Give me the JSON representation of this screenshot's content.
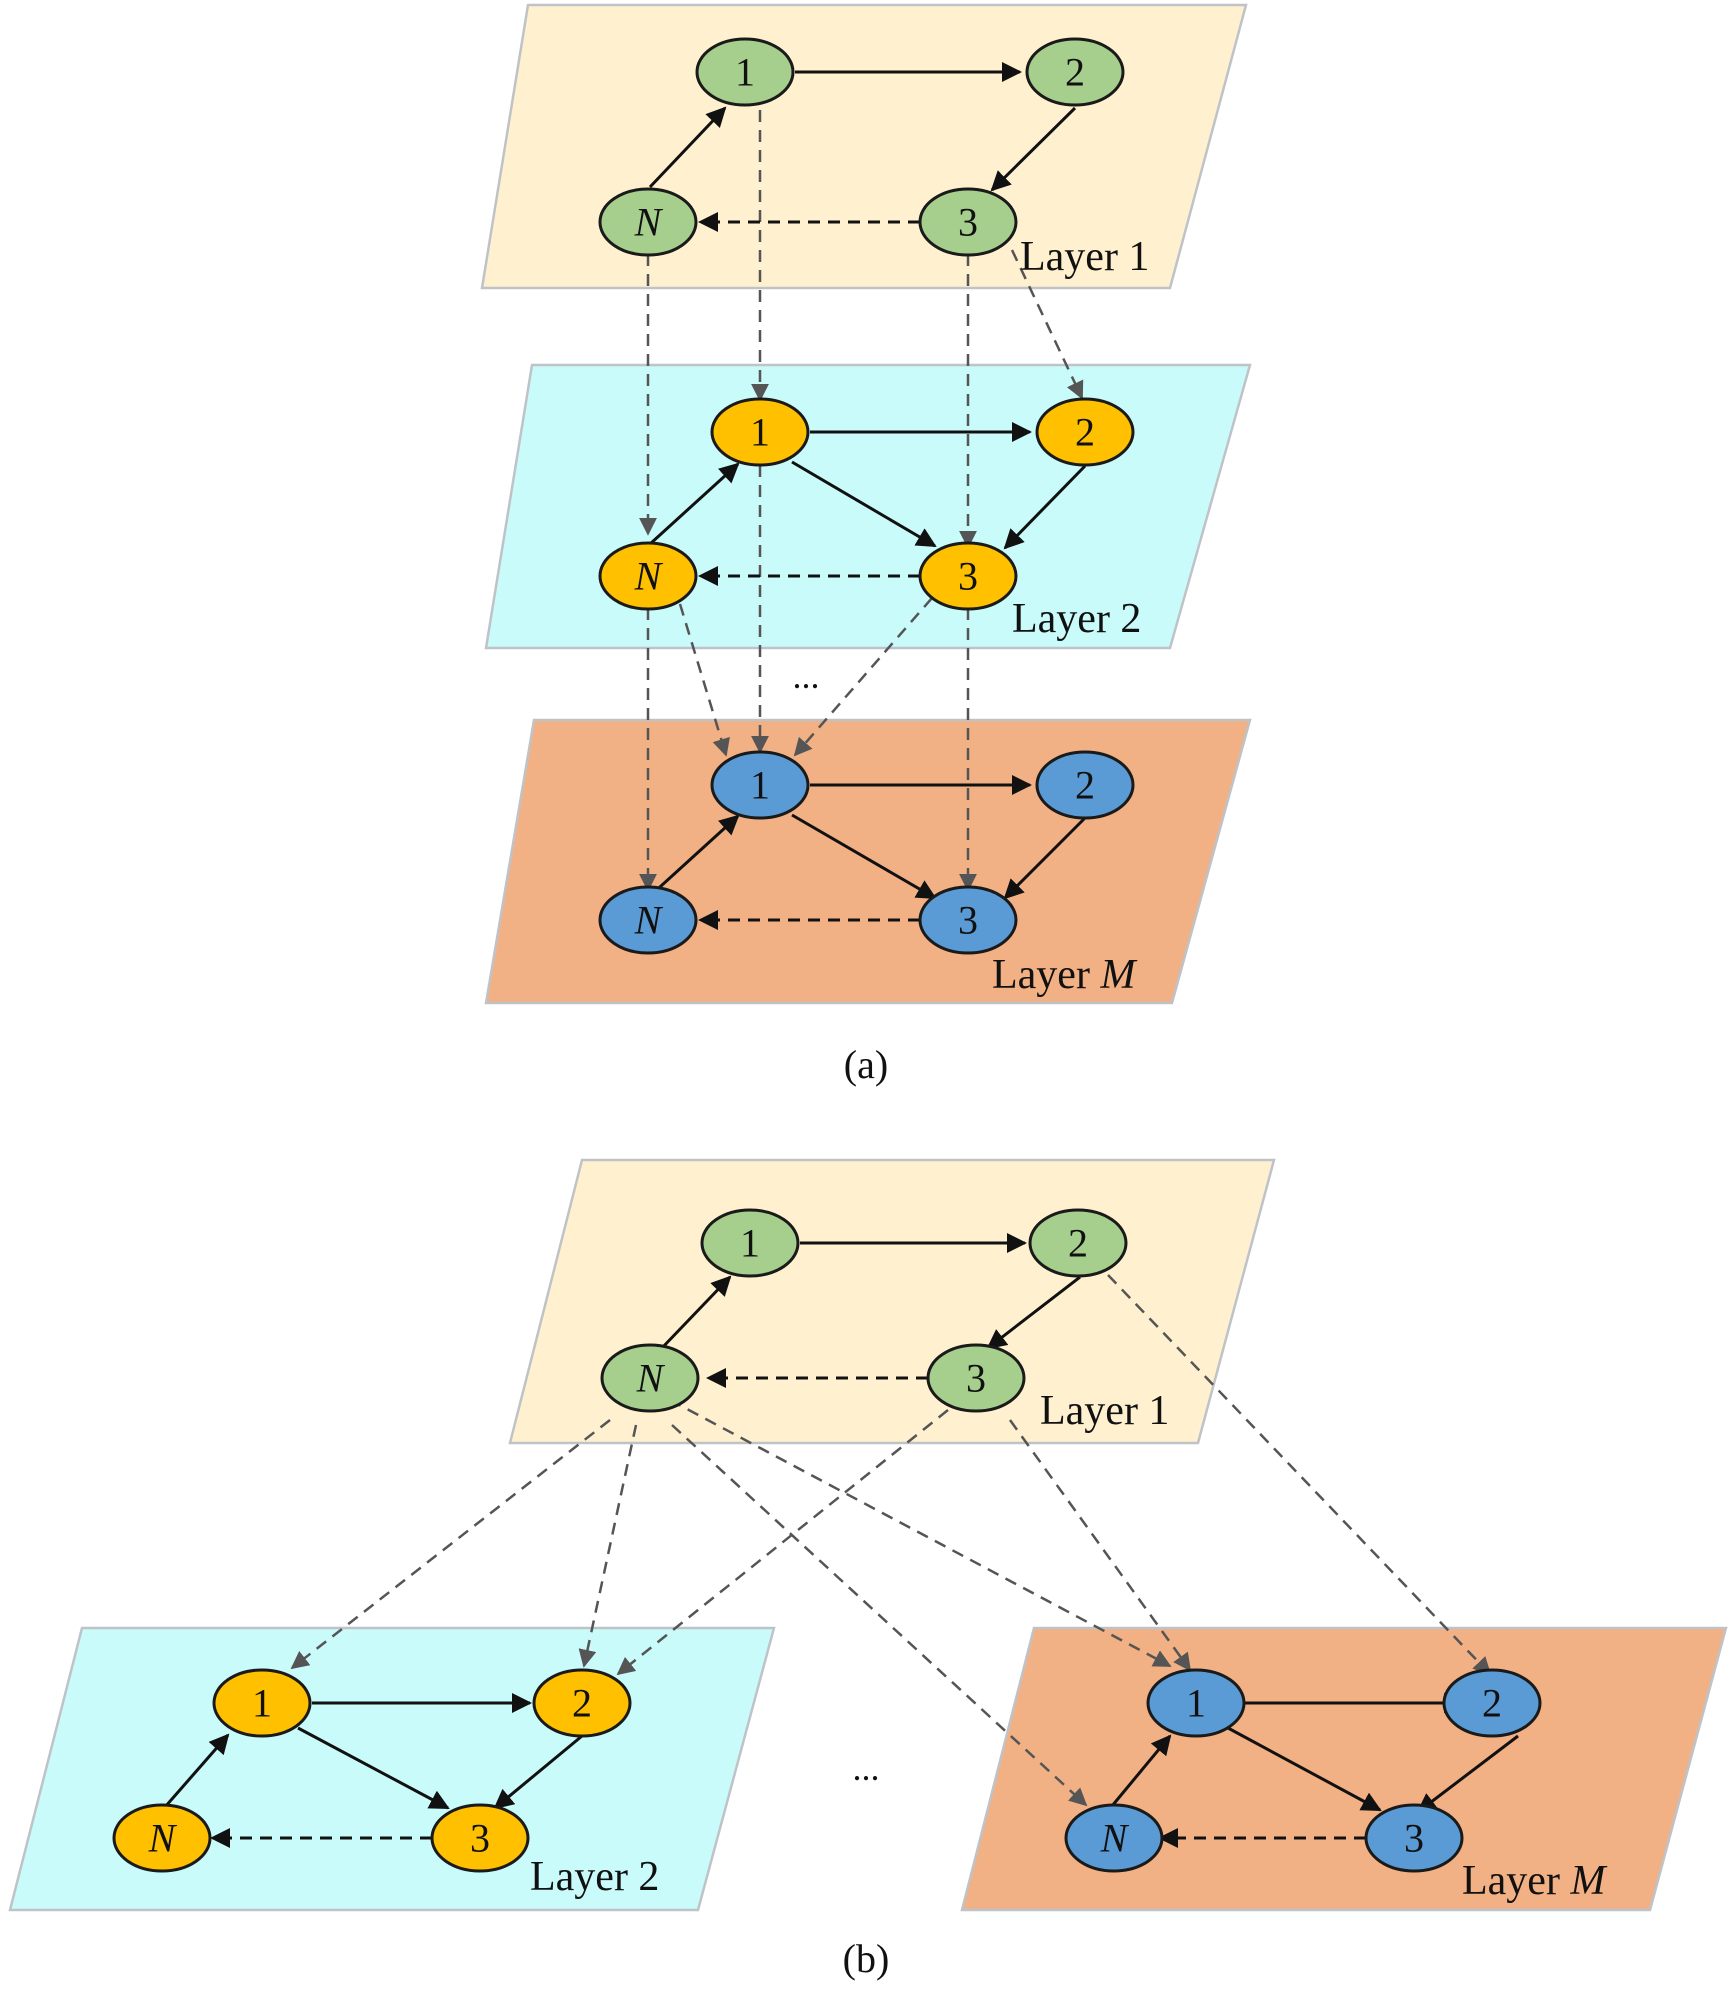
{
  "panel_a": {
    "caption": "(a)",
    "ellipsis": "...",
    "layer1": {
      "label": "Layer 1",
      "nodes": {
        "n1": "1",
        "n2": "2",
        "n3": "3",
        "nN": "N"
      }
    },
    "layer2": {
      "label": "Layer 2",
      "nodes": {
        "n1": "1",
        "n2": "2",
        "n3": "3",
        "nN": "N"
      }
    },
    "layerM": {
      "label_prefix": "Layer",
      "label_var": "M",
      "nodes": {
        "n1": "1",
        "n2": "2",
        "n3": "3",
        "nN": "N"
      }
    }
  },
  "panel_b": {
    "caption": "(b)",
    "ellipsis": "...",
    "layer1": {
      "label": "Layer 1",
      "nodes": {
        "n1": "1",
        "n2": "2",
        "n3": "3",
        "nN": "N"
      }
    },
    "layer2": {
      "label": "Layer 2",
      "nodes": {
        "n1": "1",
        "n2": "2",
        "n3": "3",
        "nN": "N"
      }
    },
    "layerM": {
      "label_prefix": "Layer",
      "label_var": "M",
      "nodes": {
        "n1": "1",
        "n2": "2",
        "n3": "3",
        "nN": "N"
      }
    }
  },
  "colors": {
    "layer1_plane": "#fff1cf",
    "layer2_plane": "#c9fbfb",
    "layerM_plane": "#f2b085",
    "layer1_node": "#a6cf8d",
    "layer2_node": "#ffc000",
    "layerM_node": "#5b9bd5"
  }
}
